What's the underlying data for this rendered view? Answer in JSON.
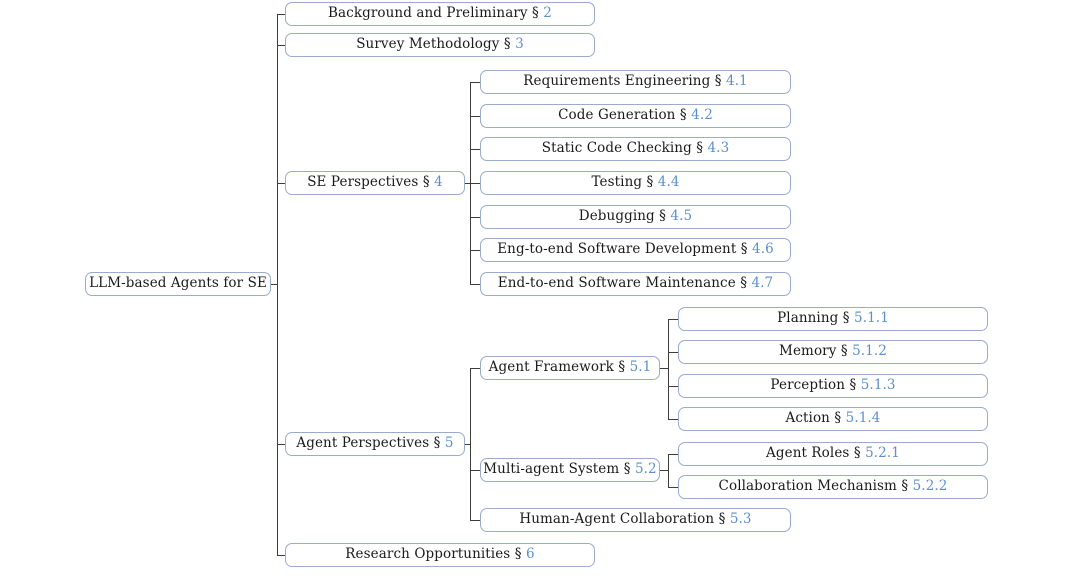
{
  "diagram": {
    "title": "LLM-based Agents for SE",
    "section_symbol": "§",
    "colors": {
      "box_border": "#9aabcd",
      "connector": "#3d3d3d",
      "section_number": "#5b8fd0",
      "text": "#1a1a1a",
      "background": "#ffffff"
    }
  },
  "root": {
    "label": "LLM-based Agents for SE",
    "section": ""
  },
  "nodes": {
    "background": {
      "label": "Background and Preliminary",
      "section": "2"
    },
    "survey": {
      "label": "Survey Methodology",
      "section": "3"
    },
    "se_perspectives": {
      "label": "SE Perspectives",
      "section": "4"
    },
    "requirements": {
      "label": "Requirements Engineering",
      "section": "4.1"
    },
    "code_generation": {
      "label": "Code Generation",
      "section": "4.2"
    },
    "static_checking": {
      "label": "Static Code Checking",
      "section": "4.3"
    },
    "testing": {
      "label": "Testing",
      "section": "4.4"
    },
    "debugging": {
      "label": "Debugging",
      "section": "4.5"
    },
    "e2e_development": {
      "label": "Eng-to-end Software Development",
      "section": "4.6"
    },
    "e2e_maintenance": {
      "label": "End-to-end Software Maintenance",
      "section": "4.7"
    },
    "agent_perspectives": {
      "label": "Agent Perspectives",
      "section": "5"
    },
    "agent_framework": {
      "label": "Agent Framework",
      "section": "5.1"
    },
    "planning": {
      "label": "Planning",
      "section": "5.1.1"
    },
    "memory": {
      "label": "Memory",
      "section": "5.1.2"
    },
    "perception": {
      "label": "Perception",
      "section": "5.1.3"
    },
    "action": {
      "label": "Action",
      "section": "5.1.4"
    },
    "multi_agent": {
      "label": "Multi-agent System",
      "section": "5.2"
    },
    "agent_roles": {
      "label": "Agent Roles",
      "section": "5.2.1"
    },
    "collaboration_mechanism": {
      "label": "Collaboration Mechanism",
      "section": "5.2.2"
    },
    "human_agent": {
      "label": "Human-Agent Collaboration",
      "section": "5.3"
    },
    "research_opportunities": {
      "label": "Research Opportunities",
      "section": "6"
    }
  }
}
